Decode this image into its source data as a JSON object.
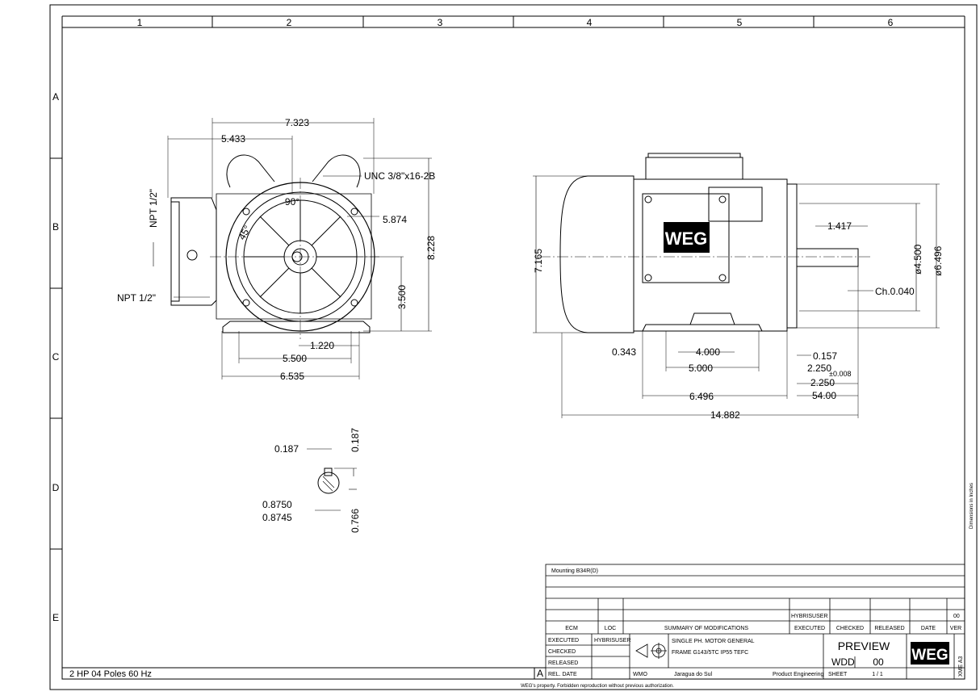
{
  "columns": [
    "1",
    "2",
    "3",
    "4",
    "5",
    "6"
  ],
  "rows": [
    "A",
    "B",
    "C",
    "D",
    "E"
  ],
  "corner_letter": "A",
  "footer_left": "2 HP   04 Poles   60 Hz",
  "side_note": "Dimensions in Inches",
  "bottom_note": "WEG's property. Forbidden reproduction without previous authorization.",
  "front_view": {
    "d_7323": "7.323",
    "d_5433": "5.433",
    "d_unc": "UNC  3/8\"x16-2B",
    "d_90": "90°",
    "d_45": "45°",
    "d_5874": "5.874",
    "d_npt_top": "NPT  1/2\"",
    "d_npt_side": "NPT  1/2\"",
    "d_8228": "8.228",
    "d_3500": "3.500",
    "d_1220": "1.220",
    "d_5500": "5.500",
    "d_6535": "6.535"
  },
  "side_view": {
    "d_7165": "7.165",
    "d_1417": "1.417",
    "d_4500": "ø4.500",
    "d_6496v": "ø6.496",
    "d_ch": "Ch.0.040",
    "d_0343": "0.343",
    "d_4000": "4.000",
    "d_0157": "0.157",
    "d_5000": "5.000",
    "d_2250a": "2.250",
    "d_tol": "±0.008",
    "d_2250b": "2.250",
    "d_5400": "54.00",
    "d_6496": "6.496",
    "d_14882": "14.882",
    "logo": "WEG"
  },
  "key_view": {
    "d_0187a": "0.187",
    "d_0187b": "0.187",
    "d_08750": "0.8750",
    "d_08745": "0.8745",
    "d_0766": "0.766"
  },
  "title_block": {
    "mounting": "Mounting B34R(D)",
    "hybris_user": "HYBRISUSER",
    "version_value": "00",
    "ecm": "ECM",
    "loc": "LOC",
    "summary": "SUMMARY OF MODIFICATIONS",
    "executed": "EXECUTED",
    "checked": "CHECKED",
    "released": "RELEASED",
    "date": "DATE",
    "ver": "VER",
    "executed_row": "EXECUTED",
    "executed_by": "HYBRISUSER",
    "checked_row": "CHECKED",
    "released_row": "RELEASED",
    "rel_date": "REL. DATE",
    "desc1": "SINGLE PH. MOTOR  GENERAL",
    "desc2": "FRAME G143/5TC IP55 TEFC",
    "preview": "PREVIEW",
    "wdd": "WDD",
    "wdd_ver": "00",
    "wmo": "WMO",
    "city": "Jaragua do Sul",
    "dept": "Product Engineering",
    "sheet": "SHEET",
    "sheet_no": "1  /  1",
    "logo": "WEG",
    "format": "XME  A3"
  }
}
